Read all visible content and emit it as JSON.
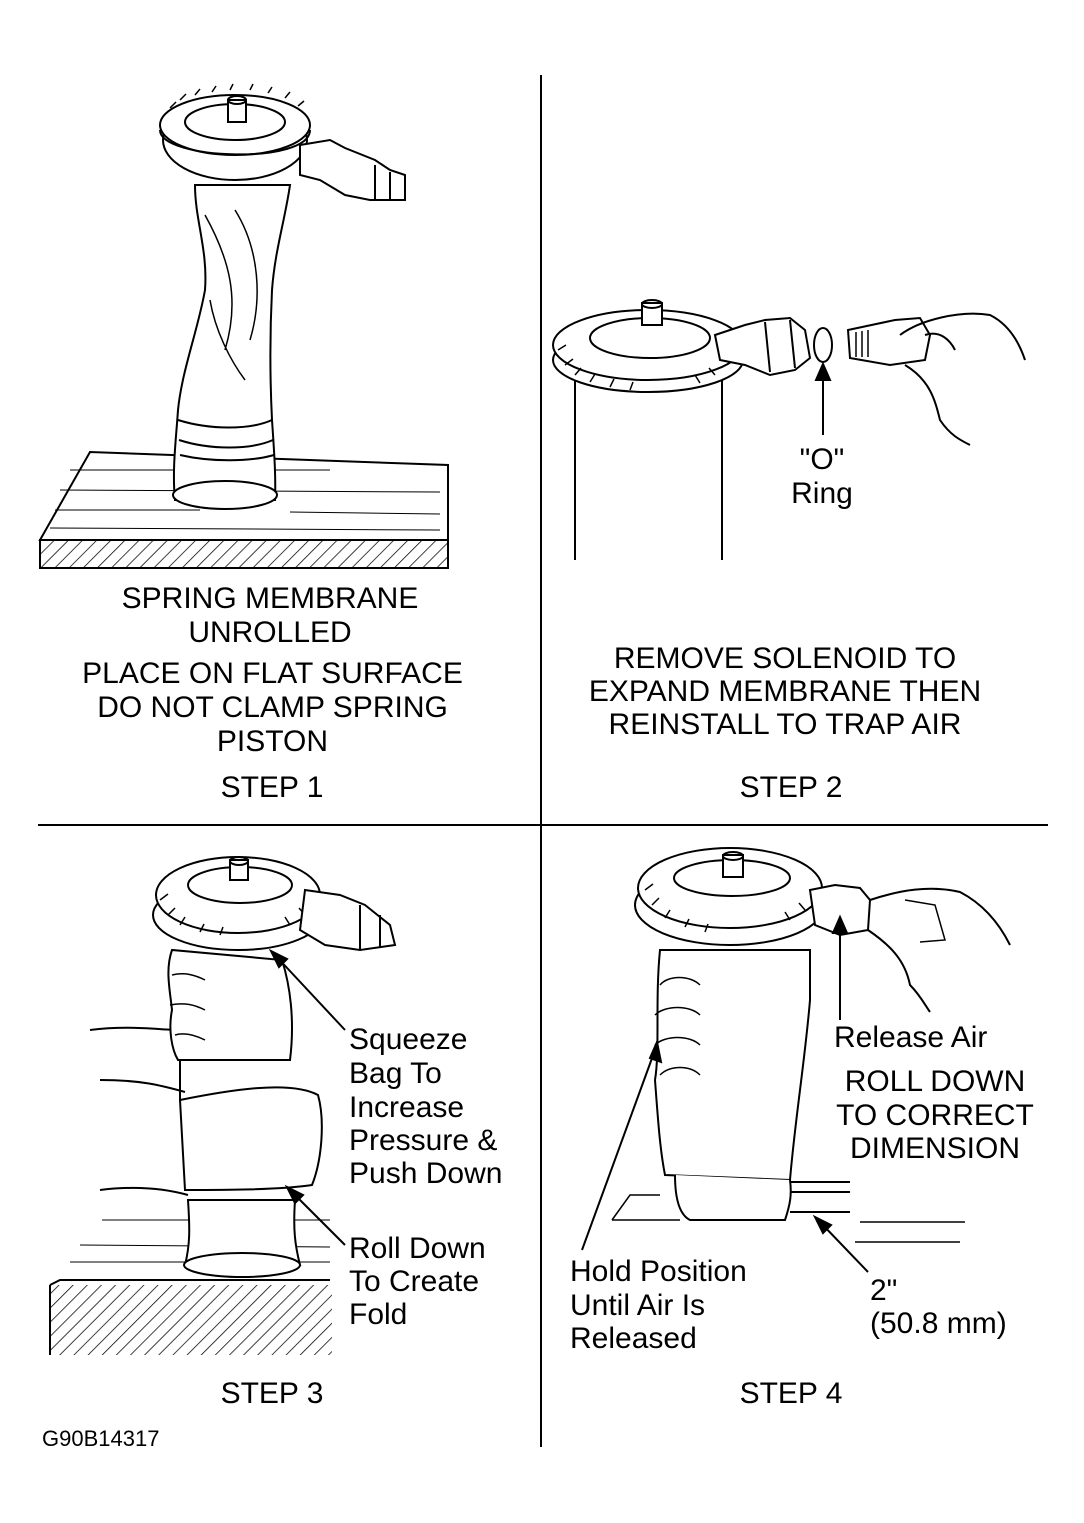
{
  "step1": {
    "caption_line1": "SPRING MEMBRANE",
    "caption_line2": "UNROLLED",
    "caption_line3": "PLACE ON FLAT SURFACE",
    "caption_line4": "DO NOT CLAMP SPRING",
    "caption_line5": "PISTON",
    "step": "STEP 1"
  },
  "step2": {
    "oring_line1": "\"O\"",
    "oring_line2": "Ring",
    "caption_line1": "REMOVE SOLENOID TO",
    "caption_line2": "EXPAND MEMBRANE THEN",
    "caption_line3": "REINSTALL TO TRAP AIR",
    "step": "STEP 2"
  },
  "step3": {
    "squeeze_line1": "Squeeze",
    "squeeze_line2": "Bag To",
    "squeeze_line3": "Increase",
    "squeeze_line4": "Pressure &",
    "squeeze_line5": "Push Down",
    "roll_line1": "Roll Down",
    "roll_line2": "To Create",
    "roll_line3": "Fold",
    "step": "STEP 3"
  },
  "step4": {
    "release": "Release Air",
    "roll_line1": "ROLL DOWN",
    "roll_line2": "TO CORRECT",
    "roll_line3": "DIMENSION",
    "hold_line1": "Hold Position",
    "hold_line2": "Until Air Is",
    "hold_line3": "Released",
    "dim_line1": "2\"",
    "dim_line2": "(50.8 mm)",
    "step": "STEP 4"
  },
  "figure_id": "G90B14317"
}
